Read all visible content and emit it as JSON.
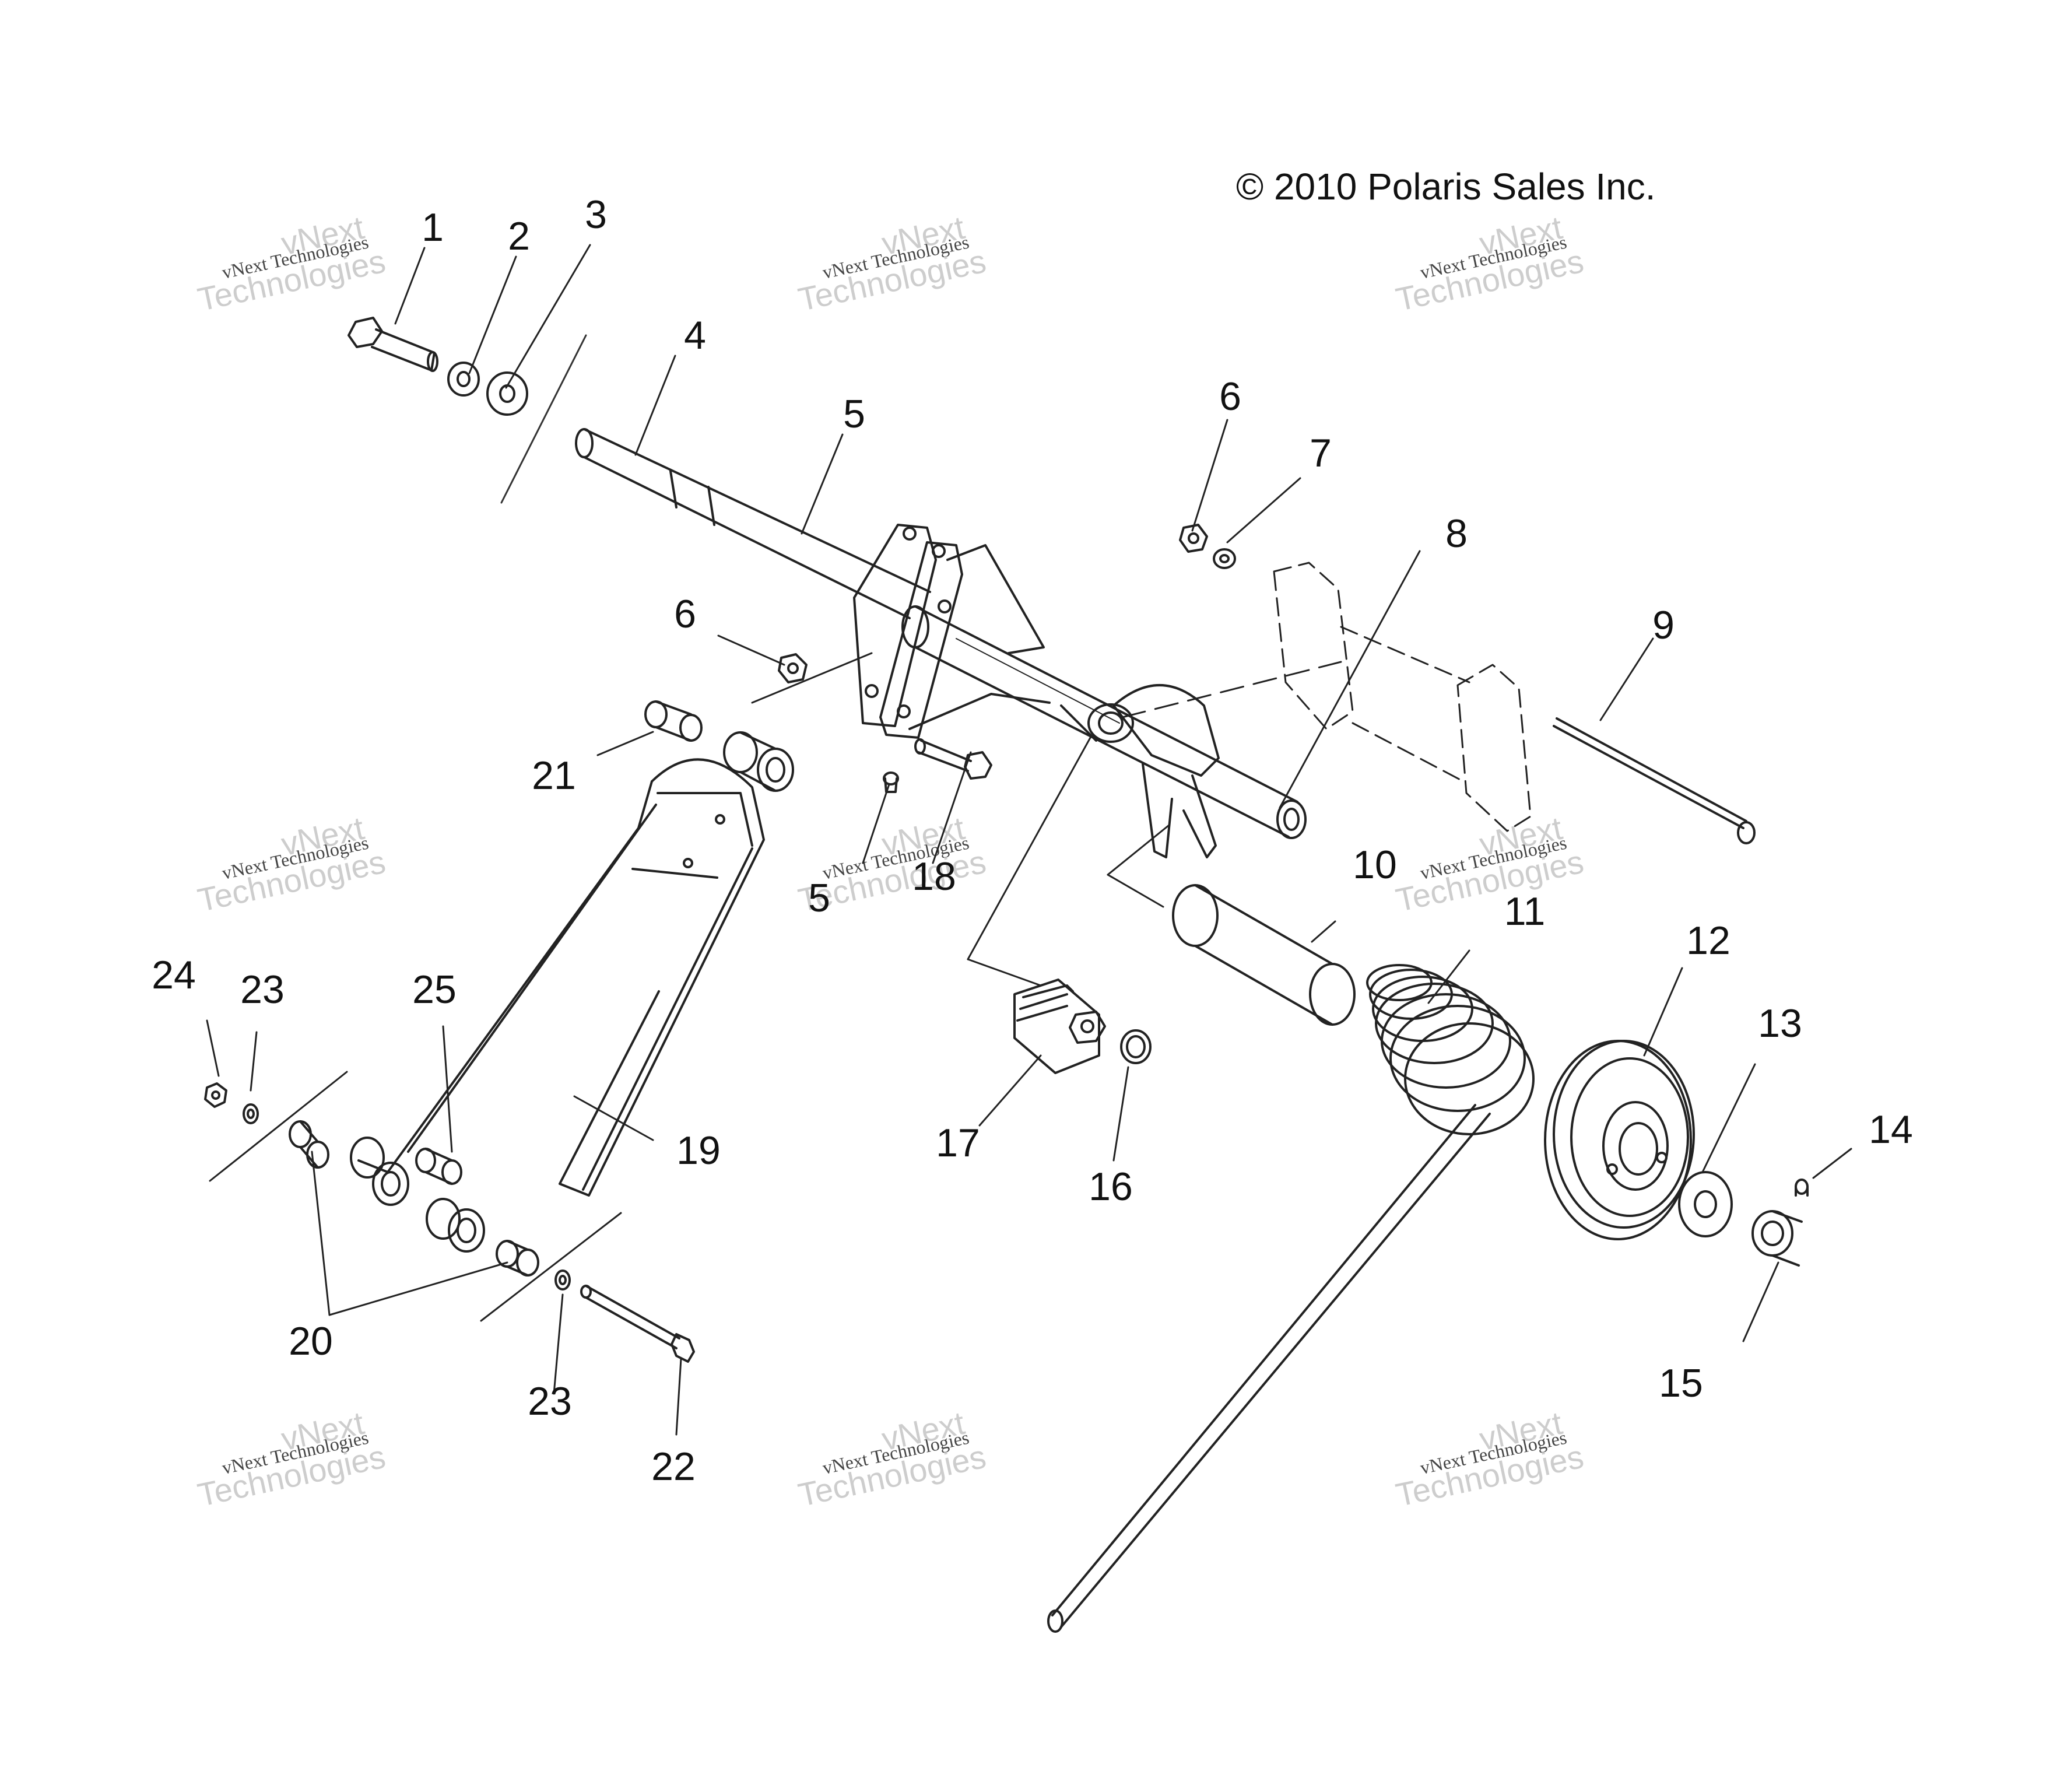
{
  "copyright": "© 2010 Polaris Sales Inc.",
  "watermark": {
    "brand": "vNext",
    "line": "vNext Technologies",
    "word": "Technologies"
  },
  "callouts": {
    "c1": "1",
    "c2": "2",
    "c3": "3",
    "c4": "4",
    "c5a": "5",
    "c5b": "5",
    "c6a": "6",
    "c6b": "6",
    "c7": "7",
    "c8": "8",
    "c9": "9",
    "c10": "10",
    "c11": "11",
    "c12": "12",
    "c13": "13",
    "c14": "14",
    "c15": "15",
    "c16": "16",
    "c17": "17",
    "c18": "18",
    "c19": "19",
    "c20": "20",
    "c21": "21",
    "c22": "22",
    "c23a": "23",
    "c23b": "23",
    "c24": "24",
    "c25": "25"
  }
}
